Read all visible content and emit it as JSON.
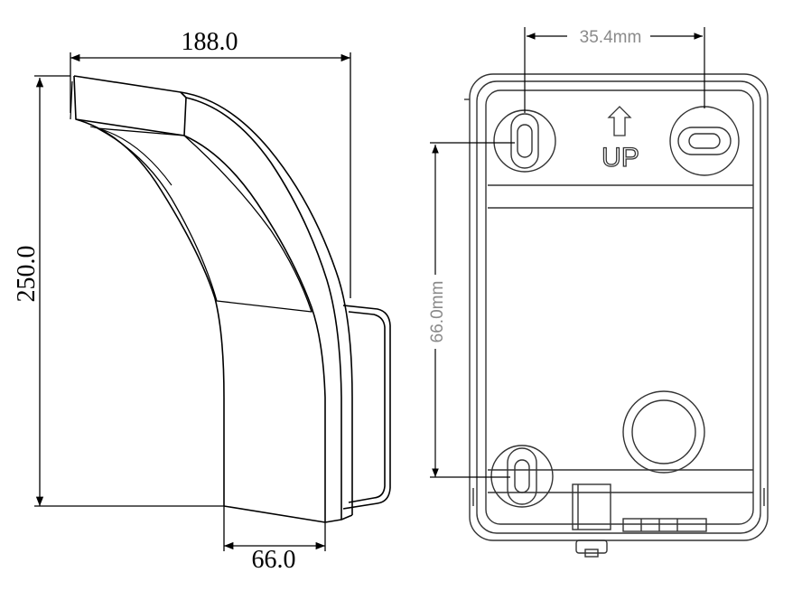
{
  "side_view": {
    "width_label": "188.0",
    "height_label": "250.0",
    "depth_label": "66.0"
  },
  "back_view": {
    "hole_spacing_label": "35.4mm",
    "vertical_spacing_label": "66.0mm",
    "orientation_label": "UP"
  }
}
